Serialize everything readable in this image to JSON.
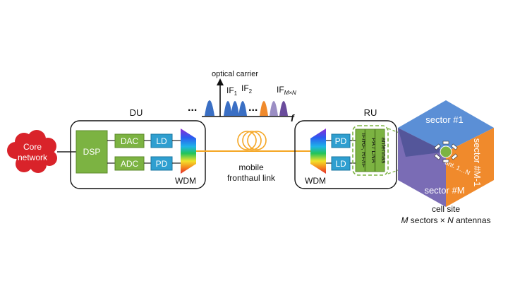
{
  "spectrum": {
    "optical_carrier": "optical carrier",
    "if1_base": "IF",
    "if1_sub": "1",
    "if2_base": "IF",
    "if2_sub": "2",
    "ifmn_base": "IF",
    "ifmn_sub": "M×N",
    "dots_left": "...",
    "freq_axis": "f",
    "colors": [
      "#3a6fc4",
      "#3a6fc4",
      "#3a6fc4",
      "#3a6fc4",
      "#f08a2c",
      "#9b8ec4",
      "#6a4c9c"
    ]
  },
  "core": {
    "line1": "Core",
    "line2": "network",
    "color": "#d9232a"
  },
  "du": {
    "title": "DU",
    "dsp": "DSP",
    "dac": "DAC",
    "adc": "ADC",
    "ld": "LD",
    "pd": "PD",
    "wdm": "WDM"
  },
  "fronthaul": {
    "line1": "mobile",
    "line2": "fronthaul link",
    "color": "#f5a623"
  },
  "ru": {
    "title": "RU",
    "pd": "PD",
    "ld": "LD",
    "wdm": "WDM",
    "col1": "IF/RF, RF/IF",
    "col2": "PA / LNA",
    "col3": "antennas"
  },
  "cell": {
    "sector1": "sector #1",
    "sectorM1": "sector #M-1",
    "sectorM": "sector #M",
    "ant": "ant. 1…N",
    "caption1": "cell site",
    "caption2_m": "M",
    "caption2_mid": " sectors × ",
    "caption2_n": "N",
    "caption2_end": " antennas",
    "colors": {
      "top": "#5b8fd6",
      "right": "#f08a2c",
      "bottom": "#7a6cb5",
      "top_dark": "#2f5aa3"
    }
  },
  "palette": {
    "green": "#7cb342",
    "green_dark": "#5b8a2a",
    "blue": "#2f9fd0",
    "blue_dark": "#1a77a0"
  }
}
